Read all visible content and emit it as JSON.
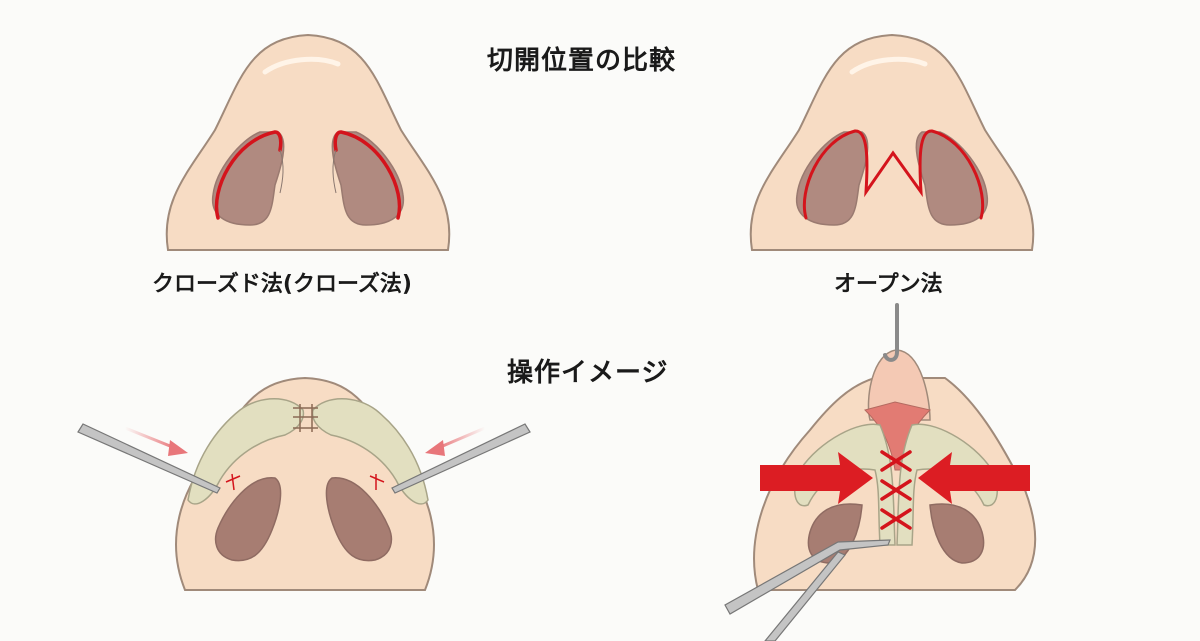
{
  "titles": {
    "incision_comparison": "切開位置の比較",
    "operation_image": "操作イメージ"
  },
  "labels": {
    "closed_method": "クローズド法(クローズ法)",
    "open_method": "オープン法"
  },
  "colors": {
    "background": "#fbfbf9",
    "skin": "#f7dcc4",
    "skin_outline": "#a08a7a",
    "nostril": "#b08a80",
    "nostril_dark": "#a77d72",
    "incision_red": "#d4141c",
    "cartilage": "#e2dfc0",
    "arrow_red": "#dc1d23",
    "soft_arrow": "#e8767a",
    "instrument": "#b9b9b9",
    "mucosa": "#e27b73"
  },
  "figures": [
    {
      "id": "closed-incision",
      "panel": "top-left"
    },
    {
      "id": "open-incision",
      "panel": "top-right"
    },
    {
      "id": "closed-operation",
      "panel": "bottom-left"
    },
    {
      "id": "open-operation",
      "panel": "bottom-right"
    }
  ]
}
